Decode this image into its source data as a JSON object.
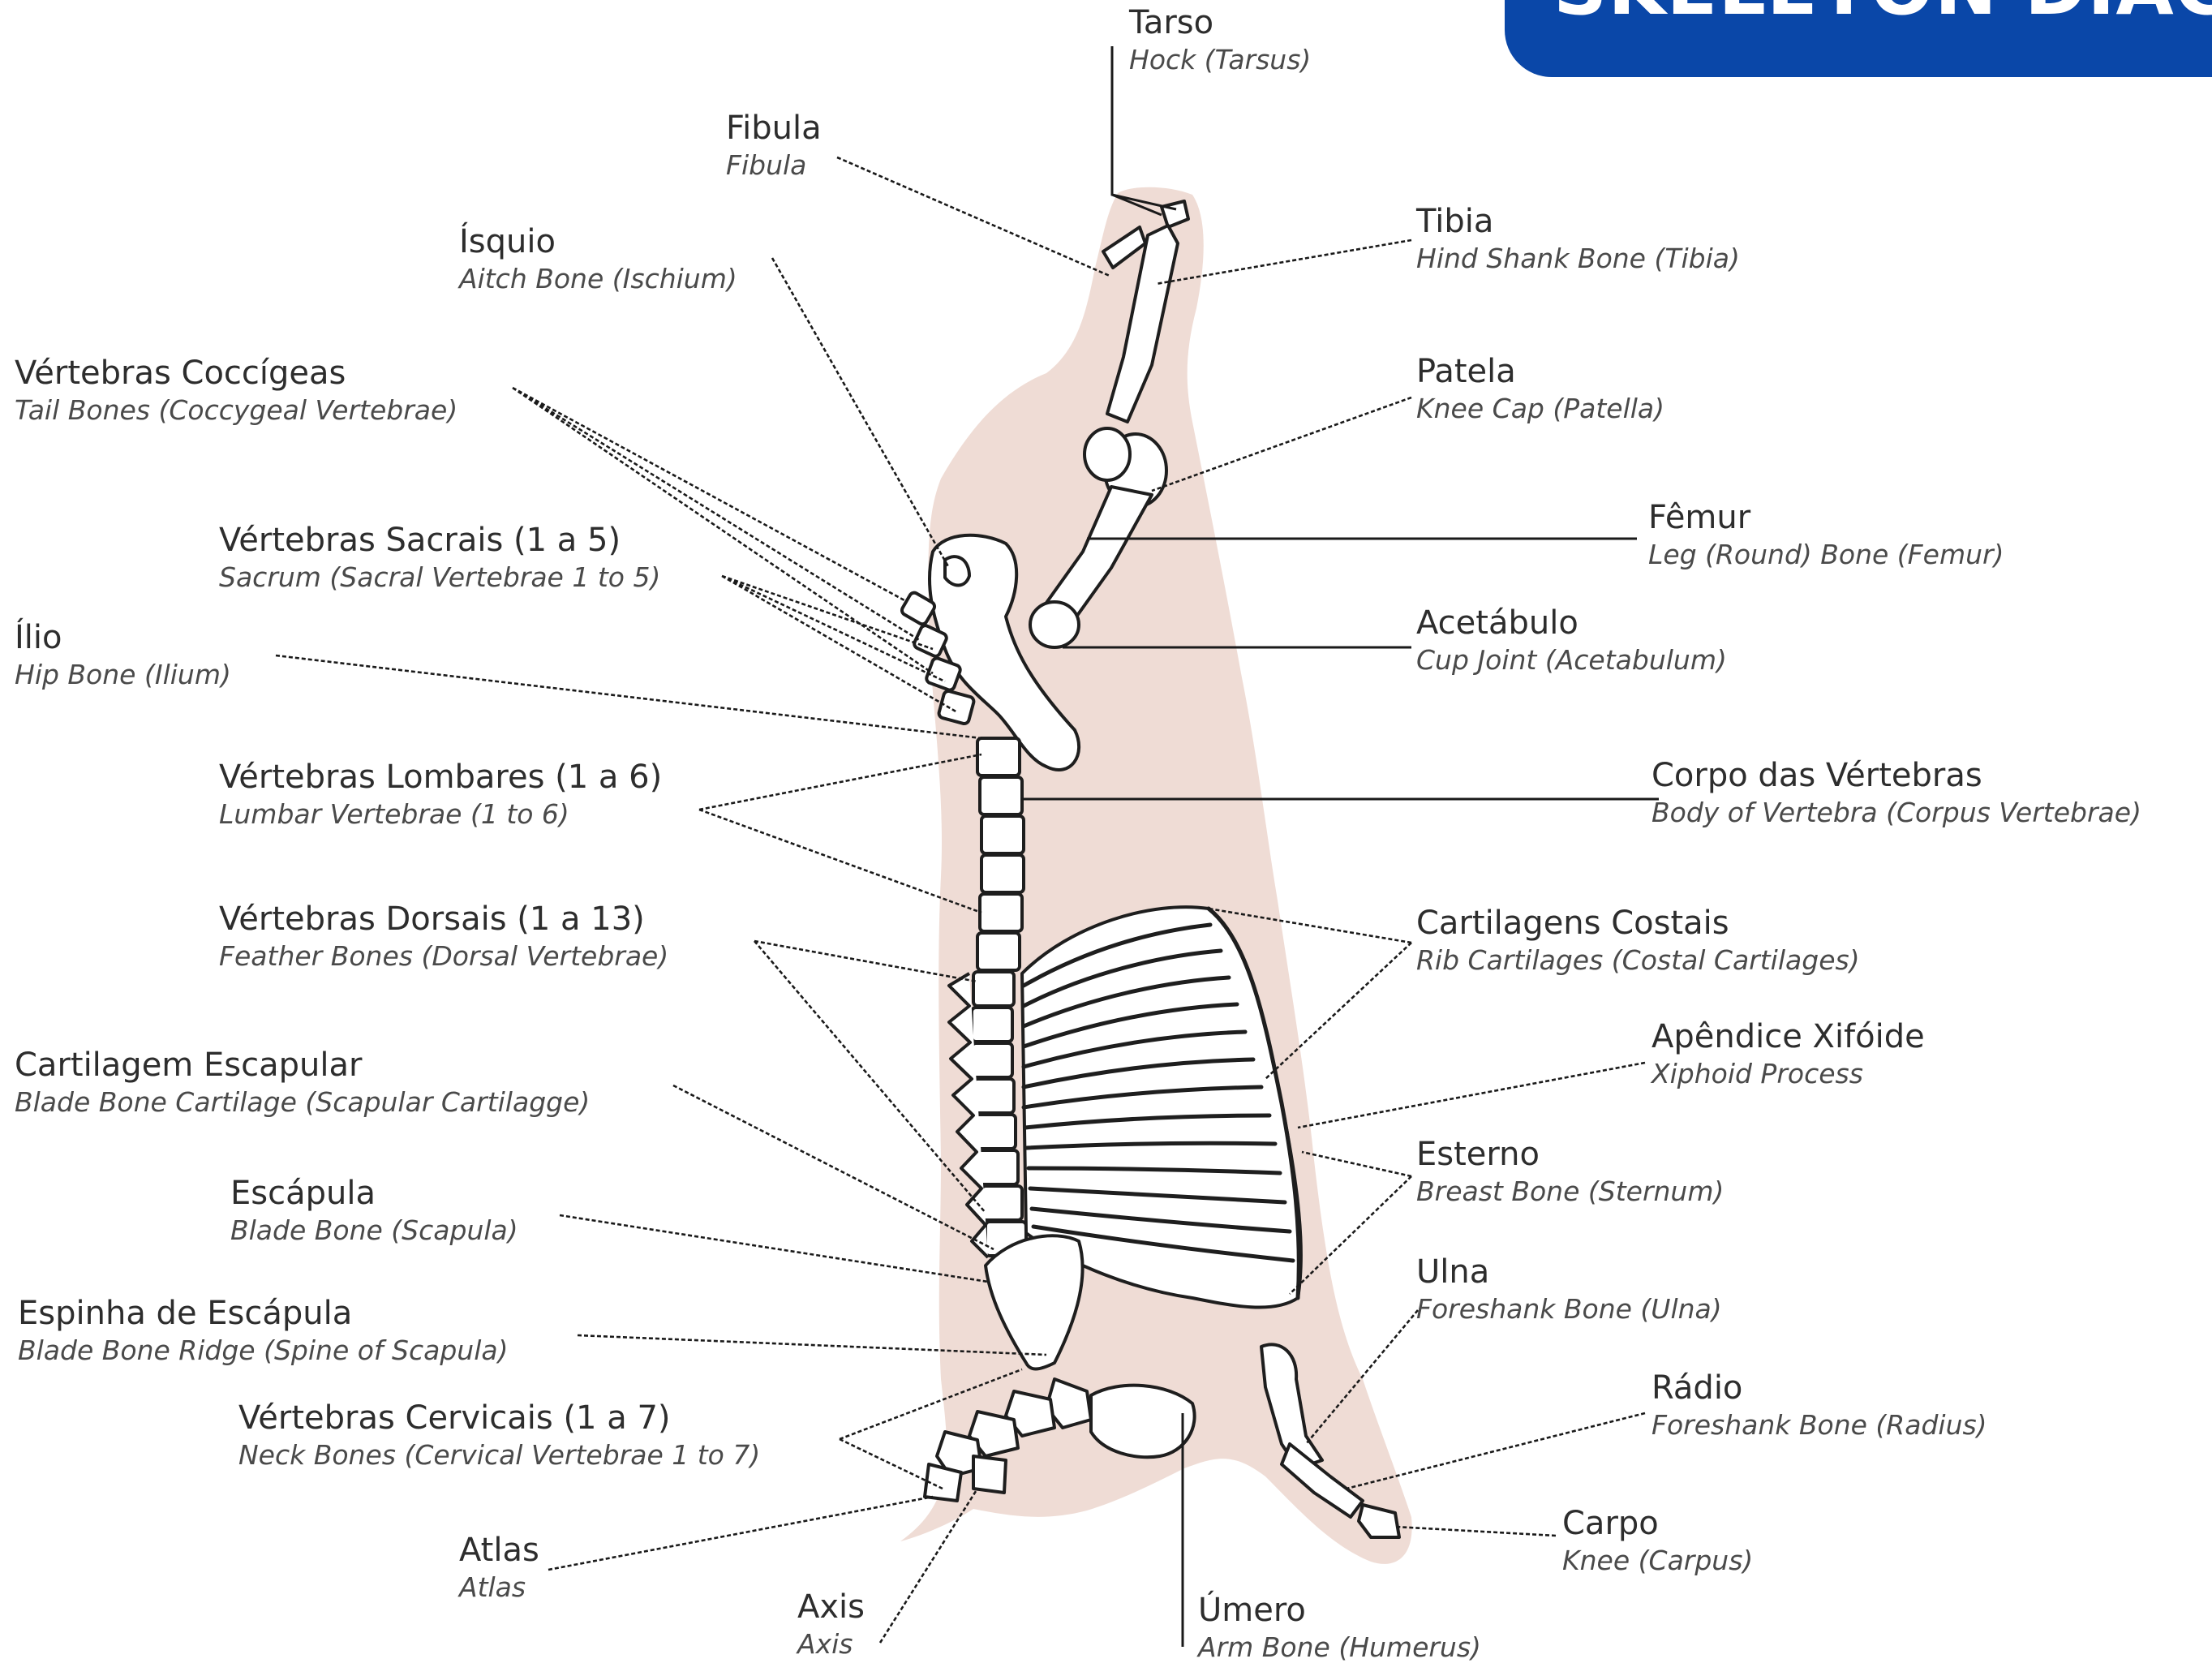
{
  "title": "SKELETON DIAGRAM",
  "colors": {
    "banner": "#0a47a8",
    "carcass_fill": "#efdcd5",
    "bone_outline": "#1e1e1e",
    "text": "#2d2d2d"
  },
  "labels": [
    {
      "id": "tarso",
      "pt": "Tarso",
      "en": "Hock (Tarsus)"
    },
    {
      "id": "fibula",
      "pt": "Fibula",
      "en": "Fibula"
    },
    {
      "id": "tibia",
      "pt": "Tibia",
      "en": "Hind Shank Bone (Tibia)"
    },
    {
      "id": "isquio",
      "pt": "Ísquio",
      "en": "Aitch Bone (Ischium)"
    },
    {
      "id": "coccigeas",
      "pt": "Vértebras Coccígeas",
      "en": "Tail Bones (Coccygeal Vertebrae)"
    },
    {
      "id": "patela",
      "pt": "Patela",
      "en": "Knee Cap (Patella)"
    },
    {
      "id": "femur",
      "pt": "Fêmur",
      "en": "Leg (Round) Bone (Femur)"
    },
    {
      "id": "sacrais",
      "pt": "Vértebras Sacrais (1 a 5)",
      "en": "Sacrum (Sacral Vertebrae 1 to 5)"
    },
    {
      "id": "acetabulo",
      "pt": "Acetábulo",
      "en": "Cup Joint (Acetabulum)"
    },
    {
      "id": "ilio",
      "pt": "Ílio",
      "en": "Hip Bone (Ilium)"
    },
    {
      "id": "lombares",
      "pt": "Vértebras Lombares (1 a 6)",
      "en": "Lumbar Vertebrae (1 to 6)"
    },
    {
      "id": "corpo",
      "pt": "Corpo das Vértebras",
      "en": "Body of Vertebra (Corpus Vertebrae)"
    },
    {
      "id": "dorsais",
      "pt": "Vértebras Dorsais (1 a 13)",
      "en": "Feather Bones (Dorsal Vertebrae)"
    },
    {
      "id": "costais",
      "pt": "Cartilagens Costais",
      "en": "Rib Cartilages (Costal Cartilages)"
    },
    {
      "id": "xifoide",
      "pt": "Apêndice Xifóide",
      "en": "Xiphoid Process"
    },
    {
      "id": "cart-escapular",
      "pt": "Cartilagem Escapular",
      "en": "Blade Bone Cartilage (Scapular Cartilagge)"
    },
    {
      "id": "esterno",
      "pt": "Esterno",
      "en": "Breast Bone (Sternum)"
    },
    {
      "id": "escapula",
      "pt": "Escápula",
      "en": "Blade Bone (Scapula)"
    },
    {
      "id": "ulna",
      "pt": "Ulna",
      "en": "Foreshank Bone (Ulna)"
    },
    {
      "id": "espinha",
      "pt": "Espinha de Escápula",
      "en": "Blade Bone Ridge (Spine of Scapula)"
    },
    {
      "id": "radio",
      "pt": "Rádio",
      "en": "Foreshank Bone (Radius)"
    },
    {
      "id": "cervicais",
      "pt": "Vértebras Cervicais (1 a 7)",
      "en": "Neck Bones (Cervical Vertebrae 1 to 7)"
    },
    {
      "id": "carpo",
      "pt": "Carpo",
      "en": "Knee (Carpus)"
    },
    {
      "id": "atlas",
      "pt": "Atlas",
      "en": "Atlas"
    },
    {
      "id": "axis",
      "pt": "Axis",
      "en": "Axis"
    },
    {
      "id": "umero",
      "pt": "Úmero",
      "en": "Arm Bone (Humerus)"
    }
  ]
}
